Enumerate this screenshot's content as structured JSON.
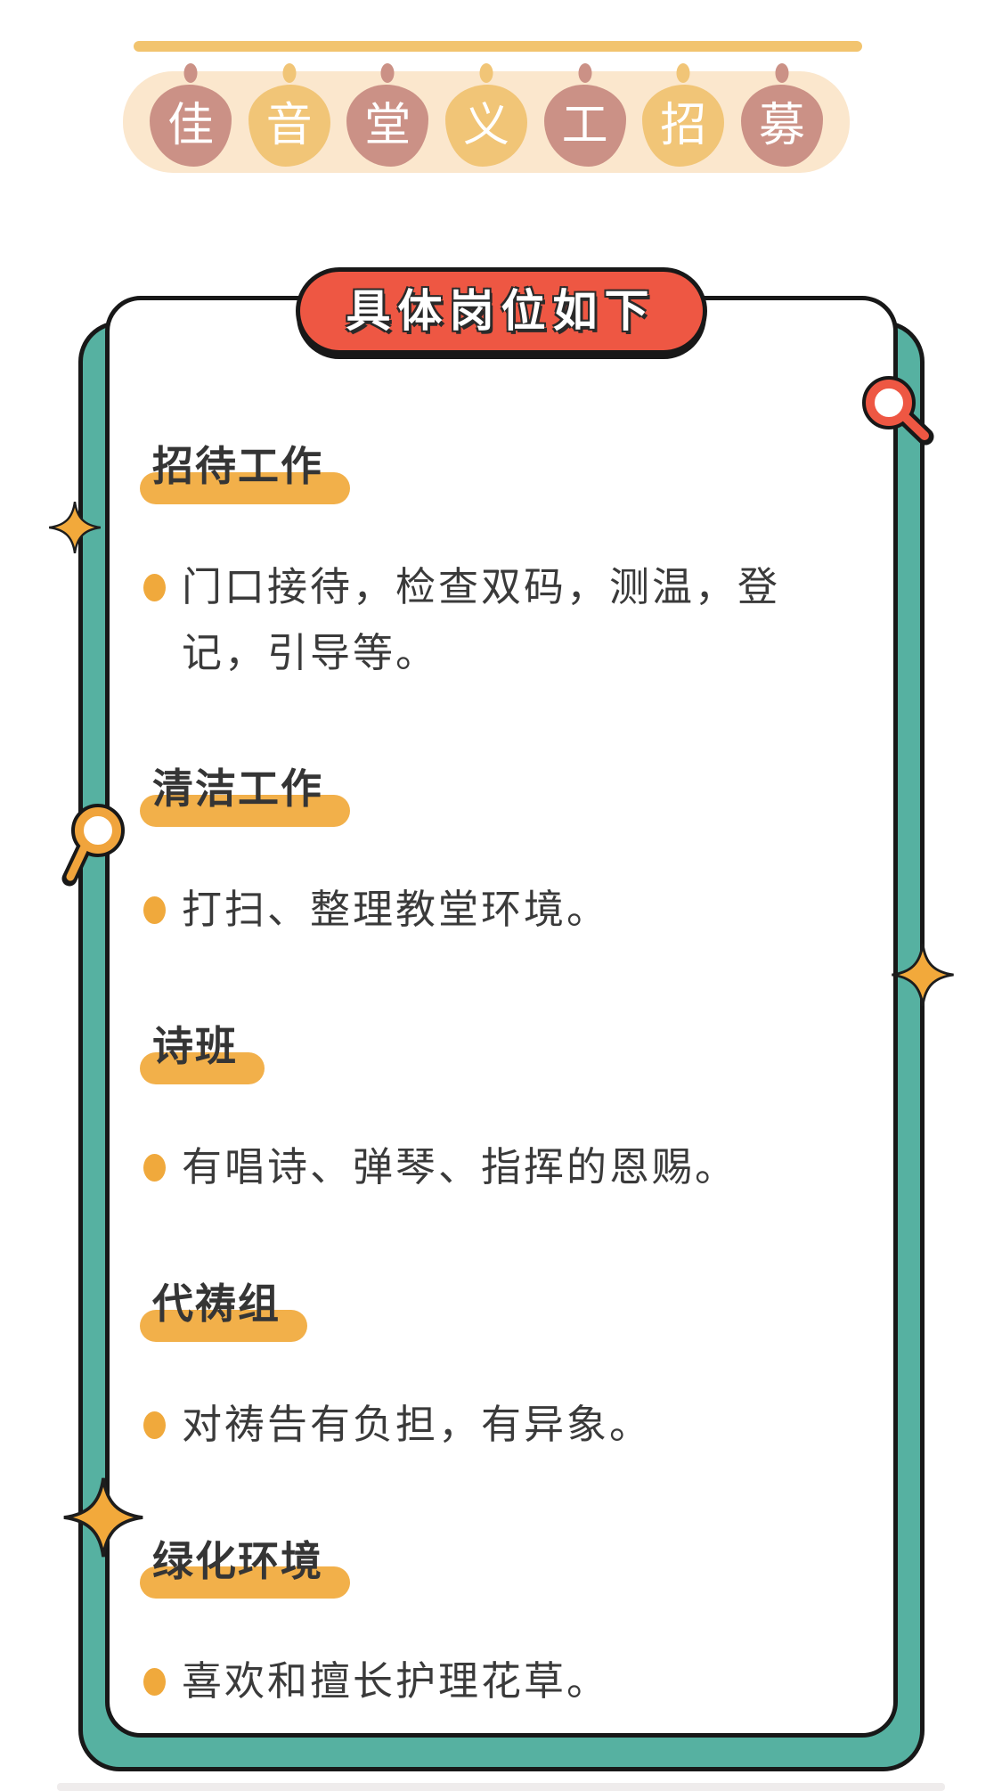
{
  "header": {
    "full_title": "佳音堂义工招募",
    "chars": [
      {
        "char": "佳",
        "tone": "rose"
      },
      {
        "char": "音",
        "tone": "gold"
      },
      {
        "char": "堂",
        "tone": "rose"
      },
      {
        "char": "义",
        "tone": "gold"
      },
      {
        "char": "工",
        "tone": "rose"
      },
      {
        "char": "招",
        "tone": "gold"
      },
      {
        "char": "募",
        "tone": "rose"
      }
    ]
  },
  "title_banner": {
    "label": "具体岗位如下"
  },
  "sections": [
    {
      "title": "招待工作",
      "bullets": [
        "门口接待，检查双码，测温，登记，引导等。"
      ]
    },
    {
      "title": "清洁工作",
      "bullets": [
        "打扫、整理教堂环境。"
      ]
    },
    {
      "title": "诗班",
      "bullets": [
        "有唱诗、弹琴、指挥的恩赐。"
      ]
    },
    {
      "title": "代祷组",
      "bullets": [
        "对祷告有负担，有异象。"
      ]
    },
    {
      "title": "绿化环境",
      "bullets": [
        "喜欢和擅长护理花草。"
      ]
    }
  ],
  "decorations": {
    "icons": [
      "magnifier-icon-red",
      "magnifier-icon-yellow",
      "sparkle-icon",
      "sparkle-icon",
      "sparkle-icon"
    ]
  },
  "colors": {
    "red_accent": "#ee5743",
    "teal_card": "#56b1a1",
    "highlight_yellow": "#f2b04a",
    "bullet_orange": "#f0a93c",
    "banner_peach": "#fbe7cd",
    "blob_rose": "#cb9186",
    "blob_gold": "#f1c577",
    "gold_line": "#f2c46f",
    "text_dark": "#3a3a3a",
    "outline_black": "#181818"
  }
}
